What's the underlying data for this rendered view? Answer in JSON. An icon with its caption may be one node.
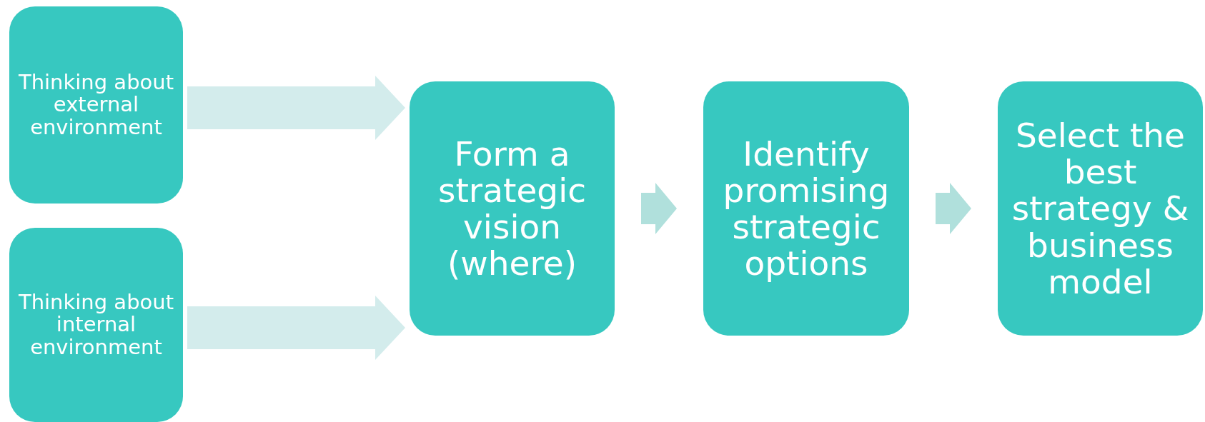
{
  "diagram": {
    "nodes": [
      {
        "text": [
          "Thinking about external environment"
        ]
      },
      {
        "text": [
          "Thinking about internal environment"
        ]
      },
      {
        "text": [
          "Form a strategic vision (where)"
        ]
      },
      {
        "text": [
          "Identify promising strategic options"
        ]
      },
      {
        "text": [
          "Select the best strategy & business model"
        ]
      }
    ],
    "edges": [
      {
        "from": 0,
        "to": 2,
        "arrow": "to",
        "style": "thick",
        "color": "#d3ecec"
      },
      {
        "from": 1,
        "to": 2,
        "arrow": "to",
        "style": "thick",
        "color": "#d3ecec"
      },
      {
        "from": 2,
        "to": 3,
        "arrow": "to"
      },
      {
        "from": 3,
        "to": 4,
        "arrow": "to"
      }
    ]
  }
}
